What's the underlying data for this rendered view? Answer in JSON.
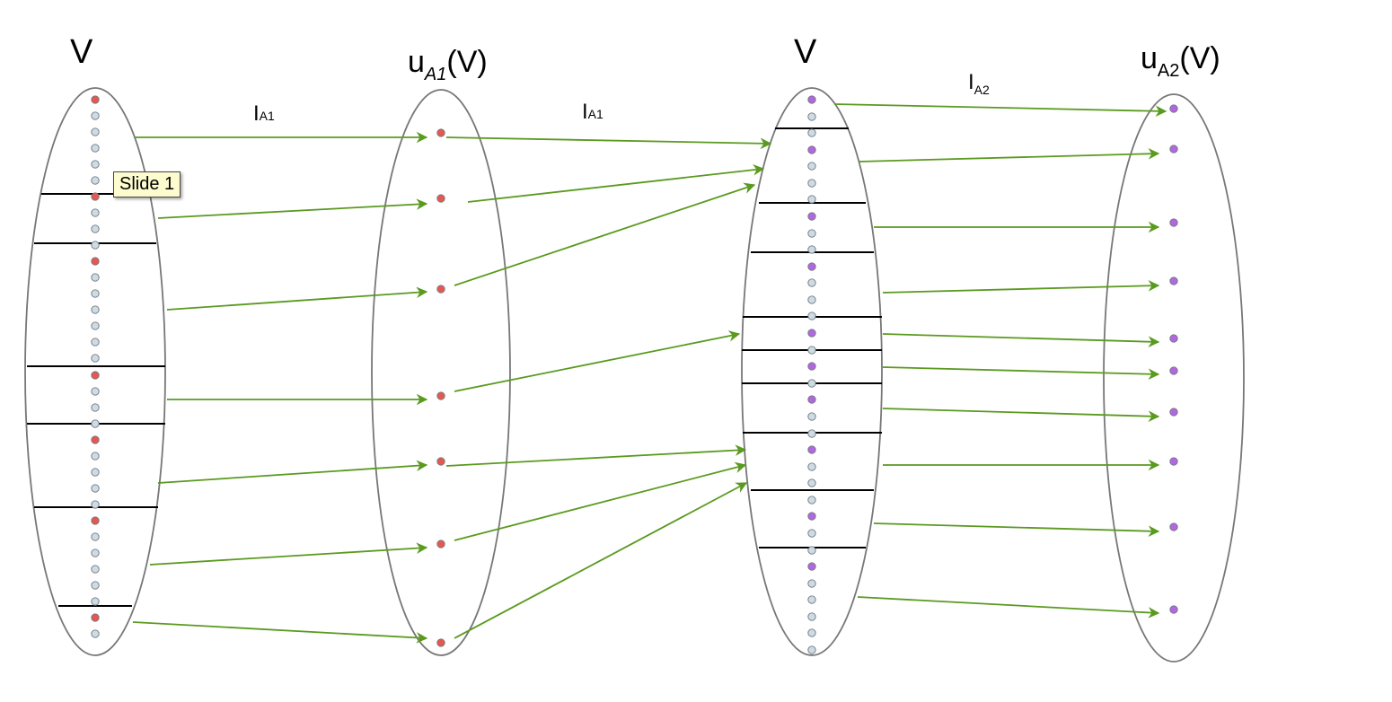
{
  "labels": {
    "col1_title": "V",
    "col2_title_base": "u",
    "col2_title_sub": "A1",
    "col2_title_suffix": "(V)",
    "col3_title": "V",
    "col4_title_base": "u",
    "col4_title_sub": "A2",
    "col4_title_suffix": "(V)",
    "map1_base": "I",
    "map1_sub": "A1",
    "map2_base": "I",
    "map2_sub": "A1",
    "map3_base": "I",
    "map3_sub": "A2"
  },
  "tooltip": {
    "text": "Slide 1"
  },
  "colors": {
    "arrow": "#5a9a1f",
    "ellipse": "#777777",
    "red_dot": "#e8574f",
    "grey_dot": "#cfdbe3",
    "purple_dot": "#b366e0",
    "divider": "#000000"
  }
}
